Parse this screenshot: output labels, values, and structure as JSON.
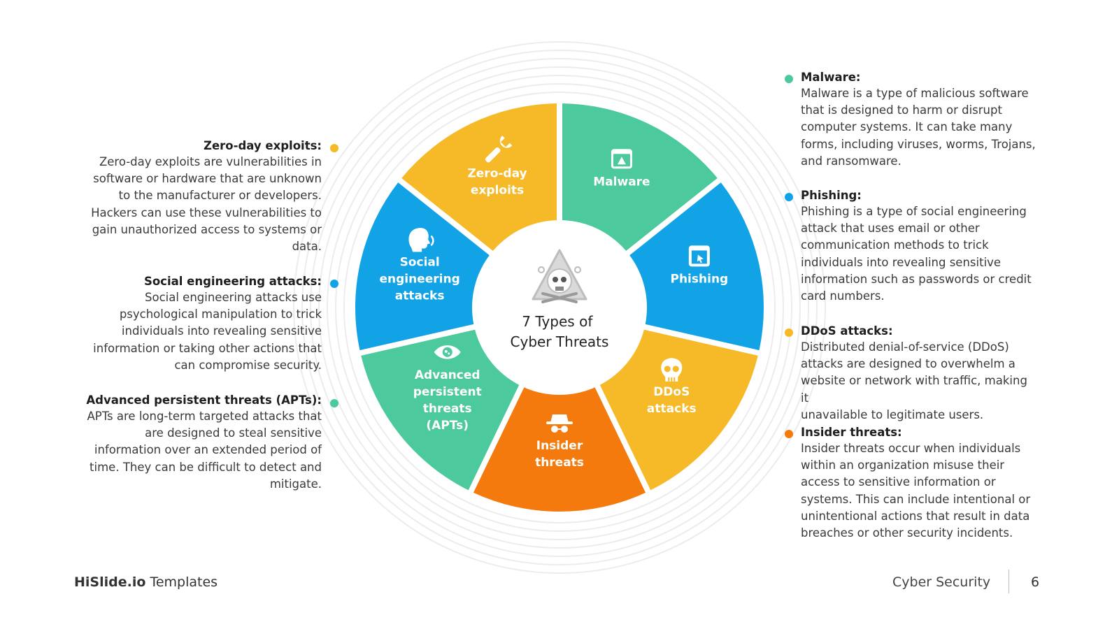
{
  "center_title": [
    "7 Types of",
    "Cyber Threats"
  ],
  "colors": {
    "green": "#4cc99d",
    "blue": "#12a3e6",
    "yellow": "#f6b927",
    "orange": "#f47a0e"
  },
  "segments": [
    {
      "id": "malware",
      "lines": [
        "Malware"
      ],
      "color": "green",
      "icon": "browser-warning-icon"
    },
    {
      "id": "phishing",
      "lines": [
        "Phishing"
      ],
      "color": "blue",
      "icon": "window-cursor-icon"
    },
    {
      "id": "ddos",
      "lines": [
        "DDoS",
        "attacks"
      ],
      "color": "yellow",
      "icon": "skull-icon"
    },
    {
      "id": "insider",
      "lines": [
        "Insider",
        "threats"
      ],
      "color": "orange",
      "icon": "spy-icon"
    },
    {
      "id": "apt",
      "lines": [
        "Advanced",
        "persistent",
        "threats",
        "(APTs)"
      ],
      "color": "green",
      "icon": "eye-icon"
    },
    {
      "id": "social",
      "lines": [
        "Social",
        "engineering",
        "attacks"
      ],
      "color": "blue",
      "icon": "speaking-head-icon"
    },
    {
      "id": "zeroday",
      "lines": [
        "Zero-day",
        "exploits"
      ],
      "color": "yellow",
      "icon": "wrench-icon"
    }
  ],
  "descriptions": {
    "zeroday": {
      "title": "Zero-day exploits:",
      "lines": [
        "Zero-day exploits are vulnerabilities in",
        "software or hardware that are unknown",
        "to the manufacturer or developers.",
        "Hackers can use these vulnerabilities to",
        "gain unauthorized access to systems or",
        "data."
      ]
    },
    "social": {
      "title": "Social engineering attacks:",
      "lines": [
        "Social engineering attacks use",
        "psychological manipulation to trick",
        "individuals into revealing sensitive",
        "information or taking other actions that",
        "can compromise security."
      ]
    },
    "apt": {
      "title": "Advanced persistent threats (APTs):",
      "lines": [
        "APTs are long-term targeted attacks that",
        "are designed to steal sensitive",
        "information over an extended period of",
        "time. They can be difficult to detect and",
        "mitigate."
      ]
    },
    "malware": {
      "title": "Malware:",
      "lines": [
        "Malware is a type of malicious software",
        "that is designed to harm or disrupt",
        "computer systems. It can take many",
        "forms, including viruses, worms, Trojans,",
        "and ransomware."
      ]
    },
    "phishing": {
      "title": "Phishing:",
      "lines": [
        "Phishing is a type of social engineering",
        "attack that uses email or other",
        "communication methods to trick",
        "individuals into revealing sensitive",
        "information such as passwords or credit",
        "card numbers."
      ]
    },
    "ddos": {
      "title": "DDoS attacks:",
      "lines": [
        "Distributed denial-of-service (DDoS)",
        "attacks are designed to overwhelm a",
        "website or network with traffic, making it",
        "unavailable to legitimate users."
      ]
    },
    "insider": {
      "title": "Insider threats:",
      "lines": [
        "Insider threats occur when individuals",
        "within an organization misuse their",
        "access to sensitive information or",
        "systems. This can include intentional or",
        "unintentional actions that result in data",
        "breaches or other security incidents."
      ]
    }
  },
  "footer": {
    "brand": "HiSlide.io",
    "brand_suffix": " Templates",
    "topic": "Cyber Security",
    "page": "6"
  }
}
